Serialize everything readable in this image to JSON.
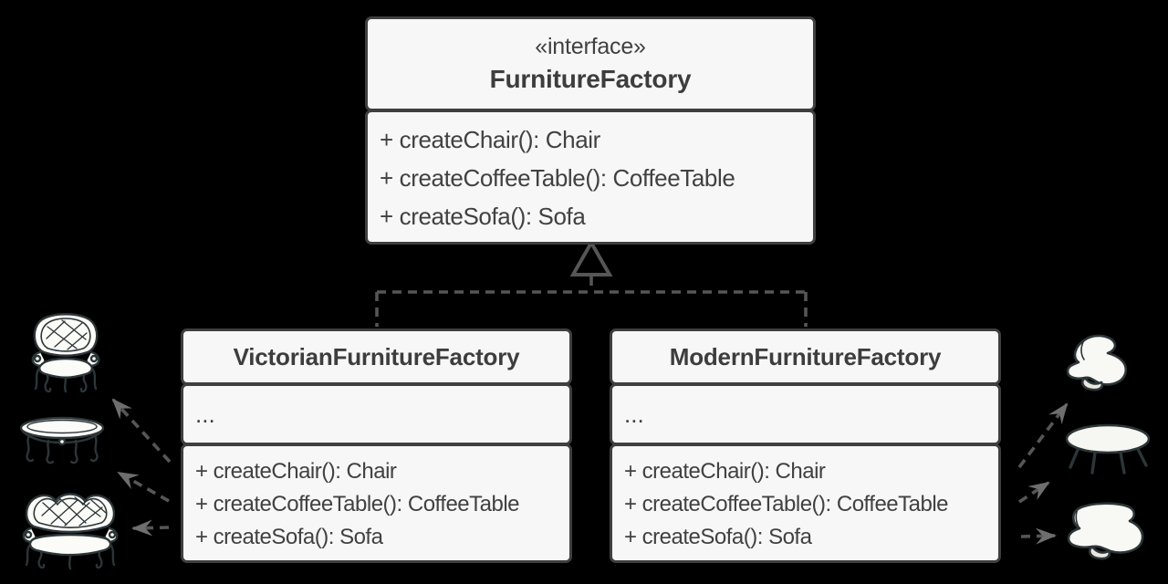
{
  "boxes": {
    "interface": {
      "stereotype": "«interface»",
      "name": "FurnitureFactory",
      "methods": [
        "+ createChair(): Chair",
        "+ createCoffeeTable(): CoffeeTable",
        "+ createSofa(): Sofa"
      ]
    },
    "victorian": {
      "name": "VictorianFurnitureFactory",
      "fields_placeholder": "...",
      "methods": [
        "+ createChair(): Chair",
        "+ createCoffeeTable(): CoffeeTable",
        "+ createSofa(): Sofa"
      ]
    },
    "modern": {
      "name": "ModernFurnitureFactory",
      "fields_placeholder": "...",
      "methods": [
        "+ createChair(): Chair",
        "+ createCoffeeTable(): CoffeeTable",
        "+ createSofa(): Sofa"
      ]
    }
  },
  "icons": {
    "left": [
      "victorian-chair-icon",
      "victorian-coffee-table-icon",
      "victorian-sofa-icon"
    ],
    "right": [
      "modern-chair-icon",
      "modern-coffee-table-icon",
      "modern-sofa-icon"
    ]
  },
  "colors": {
    "background": "#000000",
    "box_fill": "#f7f7f7",
    "box_border": "#3f3f3f",
    "text": "#414141",
    "dashed_line": "#565656",
    "arrowhead": "#6e6e6e",
    "icon_outline": "#2c3537",
    "icon_fill": "#fbfbf8"
  }
}
